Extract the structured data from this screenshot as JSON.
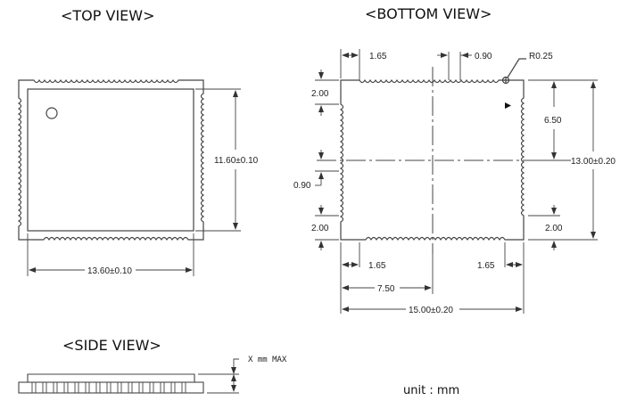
{
  "views": {
    "top": {
      "title": "<TOP VIEW>",
      "width_dim": "13.60±0.10",
      "height_dim": "11.60±0.10"
    },
    "bottom": {
      "title": "<BOTTOM VIEW>",
      "pad_offset_top": "1.65",
      "pad_pitch": "0.90",
      "corner_radius": "R0.25",
      "edge_left_top": "2.00",
      "pitch_left": "0.90",
      "edge_left_bottom": "2.00",
      "half_height": "6.50",
      "total_height": "13.00±0.20",
      "edge_right_bottom": "2.00",
      "pad_offset_bottom_left": "1.65",
      "pad_offset_bottom_right": "1.65",
      "half_width": "7.50",
      "total_width": "15.00±0.20"
    },
    "side": {
      "title": "<SIDE VIEW>",
      "height_dim": "X mm MAX"
    }
  },
  "footer": {
    "unit_label": "unit : mm"
  },
  "colors": {
    "line": "#333333",
    "background": "#ffffff"
  }
}
